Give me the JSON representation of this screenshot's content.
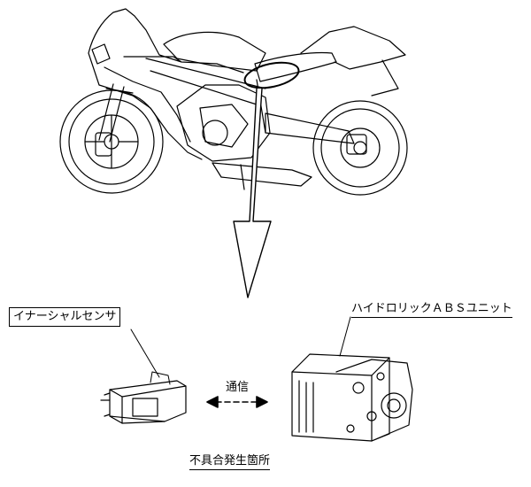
{
  "labels": {
    "inertial_sensor": "イナーシャルセンサ",
    "abs_unit": "ハイドロリックＡＢＳユニット",
    "communication": "通信",
    "failure_location": "不具合発生箇所"
  }
}
